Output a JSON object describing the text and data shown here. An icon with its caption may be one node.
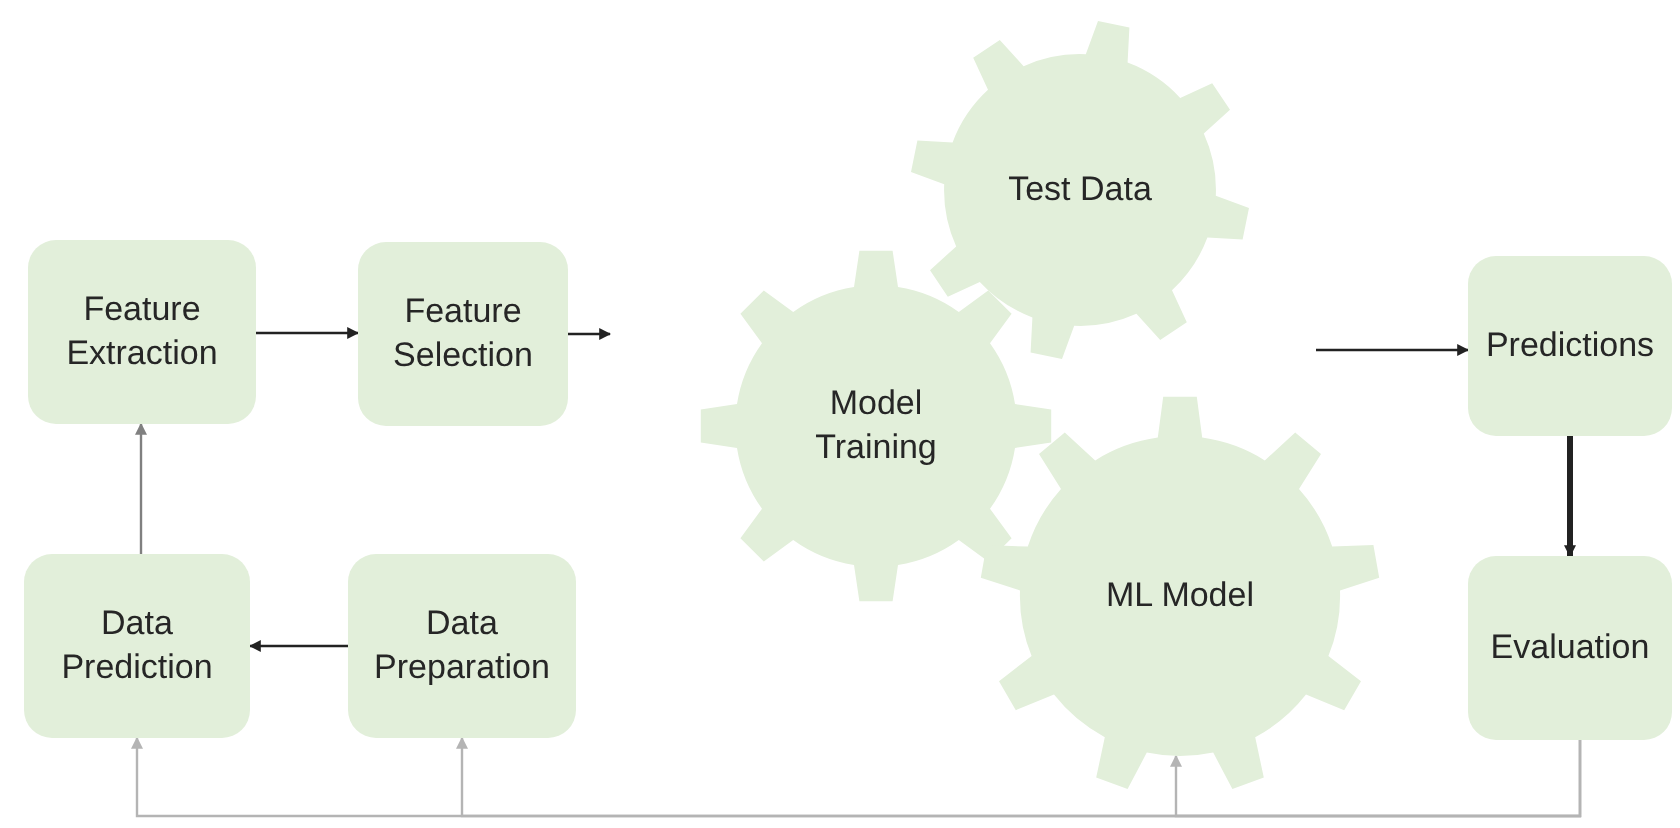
{
  "diagram": {
    "nodes": [
      {
        "text": [
          "Feature Extraction"
        ]
      },
      {
        "text": [
          "Feature Selection"
        ]
      },
      {
        "text": [
          "Test Data"
        ]
      },
      {
        "text": [
          "Model Training"
        ]
      },
      {
        "text": [
          "ML Model"
        ]
      },
      {
        "text": [
          "Predictions"
        ]
      },
      {
        "text": [
          "Evaluation"
        ]
      },
      {
        "text": [
          "Data Prediction"
        ]
      },
      {
        "text": [
          "Data Preparation"
        ]
      }
    ],
    "edges": [
      {
        "from": 0,
        "to": 1,
        "arrow": "to"
      },
      {
        "from": 1,
        "to": null,
        "arrow": "to"
      },
      {
        "from": null,
        "to": 5,
        "arrow": "to"
      },
      {
        "from": 5,
        "to": 6,
        "arrow": "to",
        "style": "thick"
      },
      {
        "from": 8,
        "to": 7,
        "arrow": "to"
      },
      {
        "from": 7,
        "to": 0,
        "arrow": "to",
        "color": "#808080"
      },
      {
        "from": 6,
        "to": 7,
        "arrow": "to",
        "color": "#b4b4b4"
      },
      {
        "from": 6,
        "to": 8,
        "arrow": "to",
        "color": "#b4b4b4"
      },
      {
        "from": 6,
        "to": 4,
        "arrow": "to",
        "color": "#b4b4b4"
      }
    ]
  }
}
